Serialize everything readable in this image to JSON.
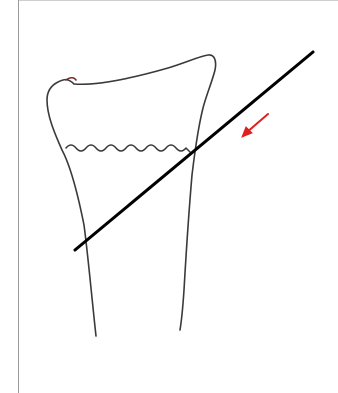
{
  "figure": {
    "description_label": "",
    "colors": {
      "background": "#ffffff",
      "frame_line": "#9a9a9a",
      "bone_outline": "#3a3a3a",
      "osteotomy_line": "#000000",
      "arrow": "#e02020"
    },
    "elements": {
      "bone": "bone-outline",
      "growth_plate": "growth-plate-wavy-line",
      "cut_line": "osteotomy-line",
      "indicator": "red-arrow-icon"
    }
  }
}
